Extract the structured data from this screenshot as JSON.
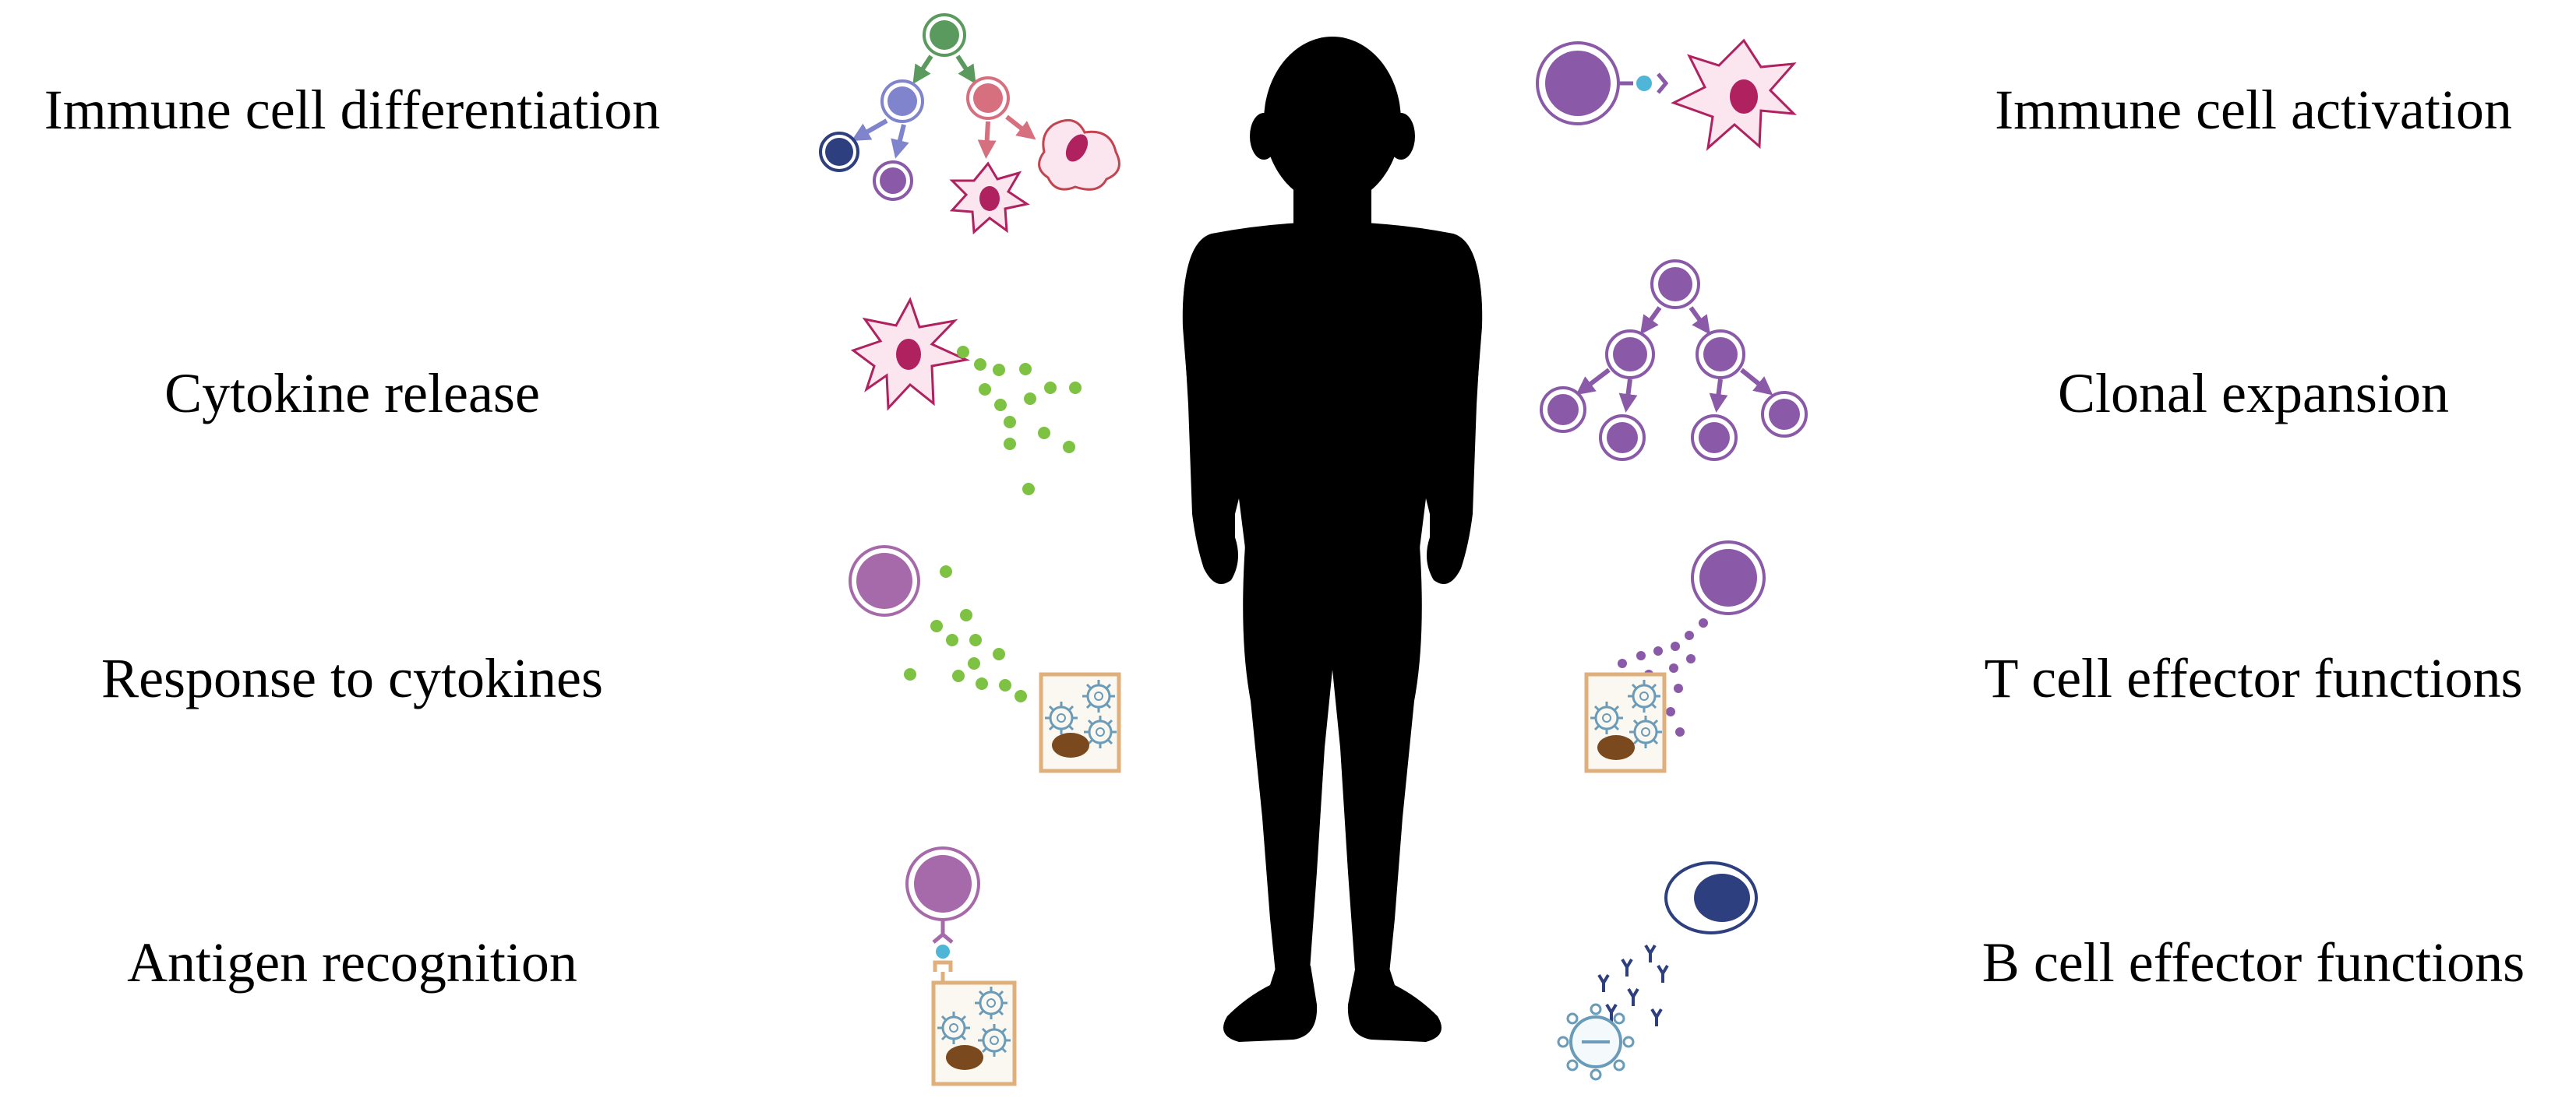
{
  "labels": {
    "left": [
      "Immune cell differentiation",
      "Cytokine release",
      "Response to cytokines",
      "Antigen recognition"
    ],
    "right": [
      "Immune cell activation",
      "Clonal expansion",
      "T cell effector functions",
      "B cell effector functions"
    ]
  },
  "colors": {
    "text": "#000000",
    "silhouette": "#000000",
    "green_cell": "#5a9a5e",
    "lavender_cell": "#7f84cc",
    "navy_cell": "#2d3f7e",
    "pink_cell": "#d6707f",
    "purple_cell": "#8a5aa8",
    "magenta_nucleus": "#b0215f",
    "dendritic_fill": "#fbe6ef",
    "cytokine_green": "#7dc242",
    "infected_cell_border": "#e0b07c",
    "infected_cell_fill": "#fbf7f1",
    "brown_nucleus": "#7a4a1e",
    "antigen_blue": "#4fb6d8",
    "virus_blue": "#6a9bb8",
    "orchid_cell": "#a66aaa"
  },
  "icons": [
    "differentiation-tree-icon",
    "dendritic-cell-cytokine-icon",
    "cytokine-response-icon",
    "antigen-recognition-icon",
    "cell-activation-icon",
    "clonal-expansion-icon",
    "t-cell-effector-icon",
    "b-cell-antibody-icon",
    "human-silhouette-icon"
  ]
}
